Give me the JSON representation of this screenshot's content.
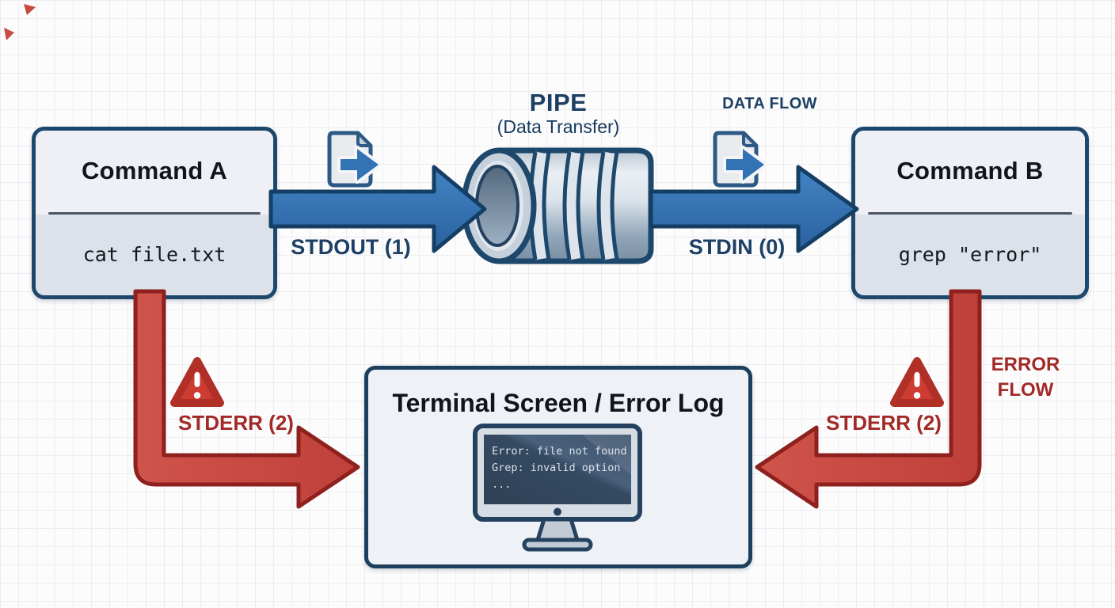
{
  "diagram": {
    "command_a": {
      "title": "Command A",
      "code": "cat file.txt"
    },
    "command_b": {
      "title": "Command B",
      "code": "grep \"error\""
    },
    "pipe": {
      "title": "PIPE",
      "subtitle": "(Data Transfer)"
    },
    "labels": {
      "data_flow": "DATA FLOW",
      "stdout": "STDOUT (1)",
      "stdin": "STDIN (0)",
      "stderr_left": "STDERR (2)",
      "stderr_right": "STDERR (2)",
      "error_flow_line1": "ERROR",
      "error_flow_line2": "FLOW"
    },
    "terminal": {
      "title": "Terminal Screen / Error Log",
      "screen_lines": [
        "Error: file not found",
        "Grep: invalid option",
        "..."
      ]
    },
    "icons": [
      "file-output-icon",
      "pipe-cylinder-icon",
      "warning-icon",
      "monitor-icon"
    ],
    "colors": {
      "accent_blue": "#2e6cb2",
      "navy_text": "#1c3f63",
      "accent_red": "#c8453d",
      "dark_red": "#a12a27",
      "box_border": "#1d486c"
    }
  }
}
